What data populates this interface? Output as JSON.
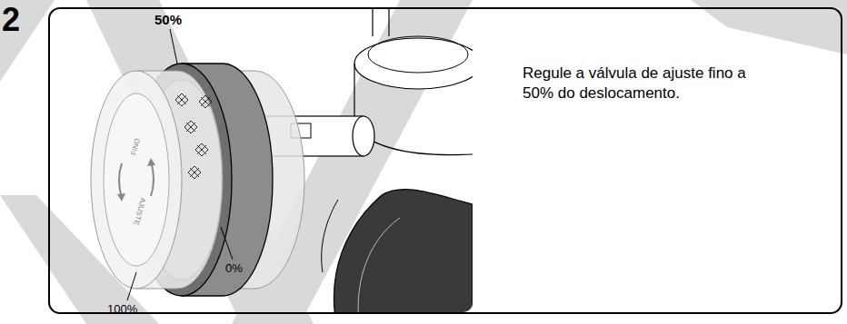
{
  "diagram": {
    "labels": [
      "2",
      "50%",
      "0%",
      "100%",
      "FINO",
      "AJUSTE",
      "Regule a válvula de ajuste fino a 50% do deslocamento."
    ]
  }
}
